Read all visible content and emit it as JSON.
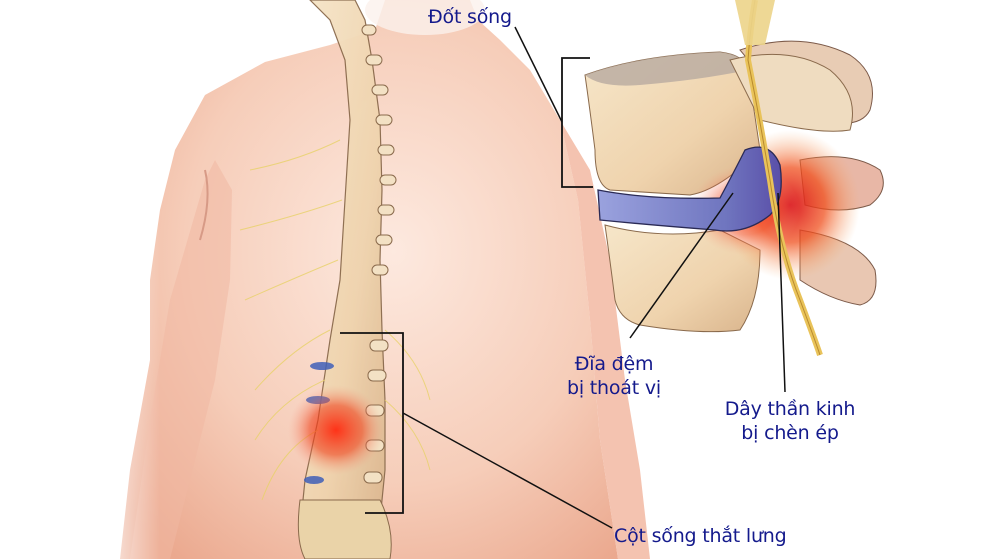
{
  "diagram": {
    "subject": "Herniated lumbar disc illustration",
    "labels": {
      "vertebra": "Đốt sống",
      "herniated_disc": [
        "Đĩa đệm",
        "bị thoát vị"
      ],
      "compressed_nerve": [
        "Dây thần kinh",
        "bị chèn ép"
      ],
      "lumbar_spine": "Cột sống thắt lưng"
    },
    "colors": {
      "label_text": "#141a8c",
      "leader_line": "#111111",
      "skin": "#f4c2ad",
      "bone": "#efd9b4",
      "disc": "#7f86c8",
      "inflammation": "#e0261c",
      "nerve": "#e9c35a"
    }
  }
}
